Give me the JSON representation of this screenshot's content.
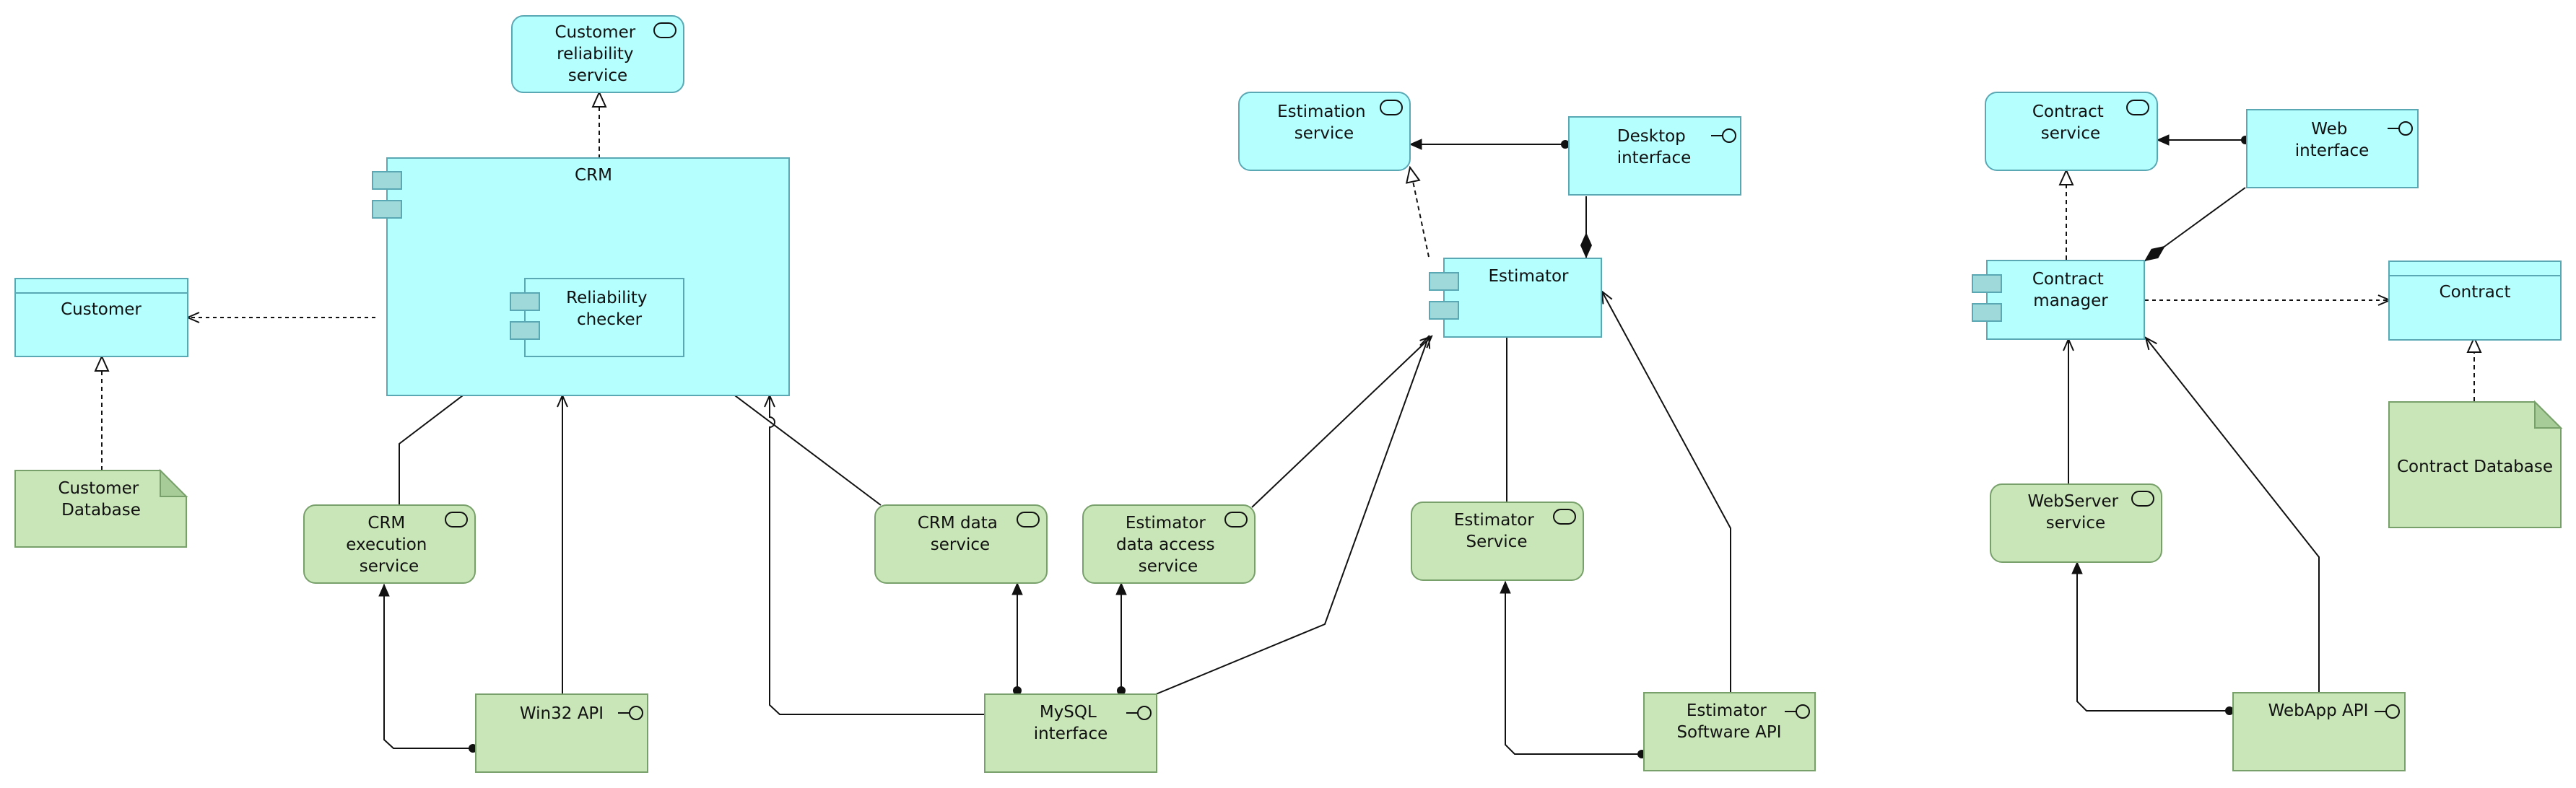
{
  "colors": {
    "app": "#b5ffff",
    "app_border": "#5aa8b4",
    "tech": "#c9e6b8",
    "tech_border": "#78a06a",
    "line": "#111111",
    "icon_fill": "#9fd9d9"
  },
  "elements": {
    "customer_reliability_service": {
      "label": [
        "Customer",
        "reliability",
        "service"
      ],
      "kind": "application-service"
    },
    "crm": {
      "label": [
        "CRM"
      ],
      "kind": "application-component"
    },
    "reliability_checker": {
      "label": [
        "Reliability",
        "checker"
      ],
      "kind": "application-component"
    },
    "customer": {
      "label": [
        "Customer"
      ],
      "kind": "data-object"
    },
    "customer_database": {
      "label": [
        "Customer",
        "Database"
      ],
      "kind": "artifact"
    },
    "crm_execution_service": {
      "label": [
        "CRM",
        "execution",
        "service"
      ],
      "kind": "technology-service"
    },
    "win32_api": {
      "label": [
        "Win32 API"
      ],
      "kind": "technology-interface"
    },
    "crm_data_service": {
      "label": [
        "CRM data",
        "service"
      ],
      "kind": "technology-service"
    },
    "mysql_interface": {
      "label": [
        "MySQL",
        "interface"
      ],
      "kind": "technology-interface"
    },
    "estimator_data_access_service": {
      "label": [
        "Estimator",
        "data access",
        "service"
      ],
      "kind": "technology-service"
    },
    "estimation_service": {
      "label": [
        "Estimation",
        "service"
      ],
      "kind": "application-service"
    },
    "desktop_interface": {
      "label": [
        "Desktop",
        "interface"
      ],
      "kind": "application-interface"
    },
    "estimator": {
      "label": [
        "Estimator"
      ],
      "kind": "application-component"
    },
    "estimator_service": {
      "label": [
        "Estimator",
        "Service"
      ],
      "kind": "technology-service"
    },
    "estimator_software_api": {
      "label": [
        "Estimator",
        "Software API"
      ],
      "kind": "technology-interface"
    },
    "contract_service": {
      "label": [
        "Contract",
        "service"
      ],
      "kind": "application-service"
    },
    "web_interface": {
      "label": [
        "Web",
        "interface"
      ],
      "kind": "application-interface"
    },
    "contract_manager": {
      "label": [
        "Contract",
        "manager"
      ],
      "kind": "application-component"
    },
    "contract": {
      "label": [
        "Contract"
      ],
      "kind": "data-object"
    },
    "contract_database": {
      "label": [
        "Contract Database"
      ],
      "kind": "artifact"
    },
    "webserver_service": {
      "label": [
        "WebServer",
        "service"
      ],
      "kind": "technology-service"
    },
    "webapp_api": {
      "label": [
        "WebApp API"
      ],
      "kind": "technology-interface"
    }
  },
  "relationships": [
    {
      "from": "reliability_checker",
      "to": "customer_reliability_service",
      "type": "realization"
    },
    {
      "from": "crm",
      "to": "customer",
      "type": "access"
    },
    {
      "from": "customer_database",
      "to": "customer",
      "type": "realization"
    },
    {
      "from": "crm_execution_service",
      "to": "reliability_checker",
      "type": "serving"
    },
    {
      "from": "win32_api",
      "to": "crm_execution_service",
      "type": "assignment"
    },
    {
      "from": "win32_api",
      "to": "crm",
      "type": "serving"
    },
    {
      "from": "crm_data_service",
      "to": "reliability_checker",
      "type": "serving"
    },
    {
      "from": "mysql_interface",
      "to": "crm",
      "type": "serving"
    },
    {
      "from": "mysql_interface",
      "to": "crm_data_service",
      "type": "assignment"
    },
    {
      "from": "mysql_interface",
      "to": "estimator_data_access_service",
      "type": "assignment"
    },
    {
      "from": "mysql_interface",
      "to": "estimator",
      "type": "serving"
    },
    {
      "from": "estimator_data_access_service",
      "to": "estimator",
      "type": "serving"
    },
    {
      "from": "desktop_interface",
      "to": "estimation_service",
      "type": "assignment"
    },
    {
      "from": "estimator",
      "to": "estimation_service",
      "type": "realization"
    },
    {
      "from": "estimator",
      "to": "desktop_interface",
      "type": "composition"
    },
    {
      "from": "estimator_service",
      "to": "estimator",
      "type": "serving"
    },
    {
      "from": "estimator_software_api",
      "to": "estimator_service",
      "type": "assignment"
    },
    {
      "from": "estimator_software_api",
      "to": "estimator",
      "type": "serving"
    },
    {
      "from": "web_interface",
      "to": "contract_service",
      "type": "assignment"
    },
    {
      "from": "contract_manager",
      "to": "contract_service",
      "type": "realization"
    },
    {
      "from": "contract_manager",
      "to": "web_interface",
      "type": "composition"
    },
    {
      "from": "contract_manager",
      "to": "contract",
      "type": "access"
    },
    {
      "from": "contract_database",
      "to": "contract",
      "type": "realization"
    },
    {
      "from": "webserver_service",
      "to": "contract_manager",
      "type": "serving"
    },
    {
      "from": "webapp_api",
      "to": "webserver_service",
      "type": "assignment"
    },
    {
      "from": "webapp_api",
      "to": "contract_manager",
      "type": "serving"
    }
  ]
}
